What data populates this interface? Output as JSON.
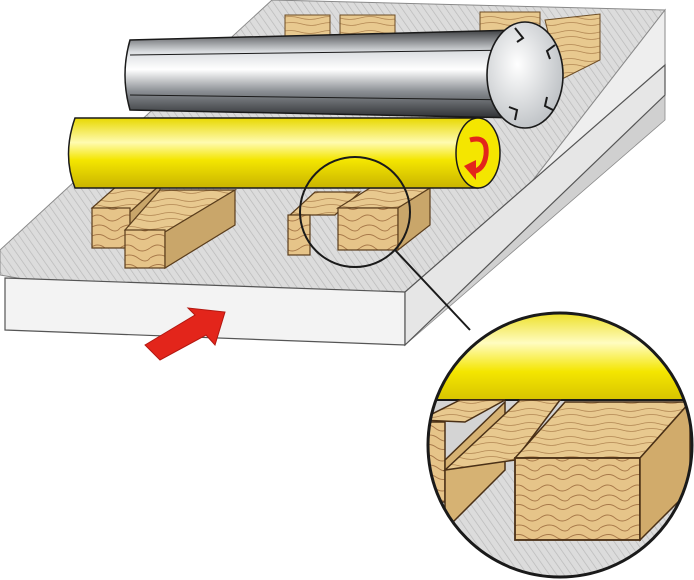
{
  "diagram": {
    "parts": [
      "feed-table",
      "cutter-head",
      "feed-roller",
      "workpiece-board",
      "wood-strips",
      "detail-magnifier"
    ],
    "icons": {
      "feed-direction": "arrow-up-right-icon",
      "rotation": "curved-arrow-icon"
    },
    "colors": {
      "feed_table": "#d9d9d9",
      "cutter_head": "#9ea3a8",
      "feed_roller": "#f2e400",
      "feed_arrow": "#e3251b",
      "rotation_arrow": "#e3251b",
      "wood": "#e5c68f",
      "wood_grain": "#9a6f3c",
      "board": "#f2f2f2",
      "outline": "#1a1a1a"
    }
  }
}
